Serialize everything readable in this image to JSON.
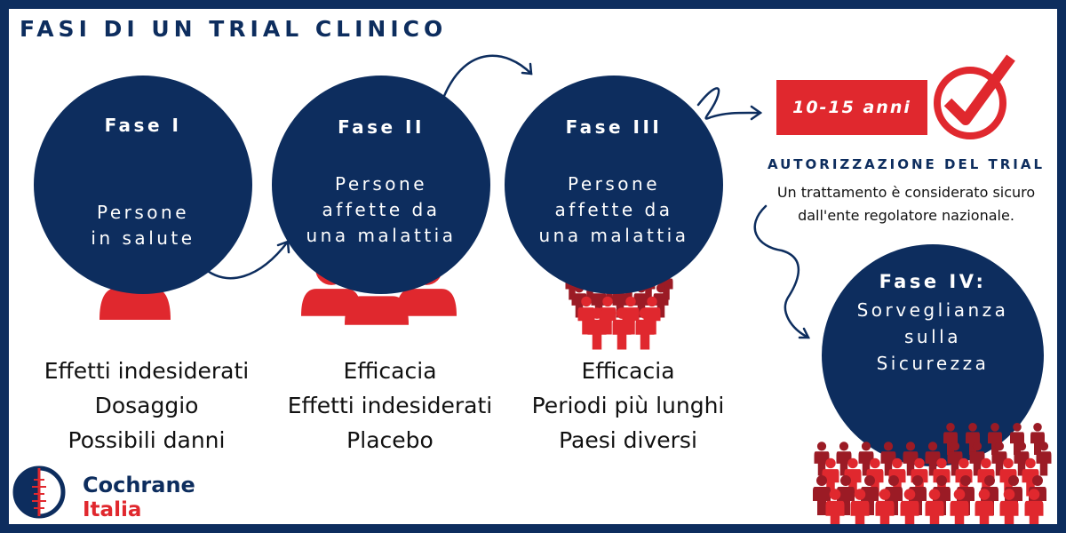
{
  "title": "FASI DI UN TRIAL CLINICO",
  "colors": {
    "navy": "#0d2d5e",
    "red": "#e0282e",
    "dark_red": "#9b1b25"
  },
  "phases": [
    {
      "name": "Fase I",
      "subtitle_lines": [
        "Persone",
        "in salute"
      ],
      "items": [
        "Effetti indesiderati",
        "Dosaggio",
        "Possibili danni"
      ],
      "icon": "single-person-icon"
    },
    {
      "name": "Fase II",
      "subtitle_lines": [
        "Persone",
        "affette da",
        "una malattia"
      ],
      "items": [
        "Efficacia",
        "Effetti indesiderati",
        "Placebo"
      ],
      "icon": "three-people-icon"
    },
    {
      "name": "Fase III",
      "subtitle_lines": [
        "Persone",
        "affette da",
        "una malattia"
      ],
      "items": [
        "Efficacia",
        "Periodi più lunghi",
        "Paesi diversi"
      ],
      "icon": "crowd-icon"
    },
    {
      "name": "Fase IV:",
      "subtitle_lines": [
        "Sorveglianza",
        "sulla",
        "Sicurezza"
      ],
      "icon": "large-crowd-icon"
    }
  ],
  "authorization": {
    "years": "10-15 anni",
    "title": "AUTORIZZAZIONE DEL TRIAL",
    "text_lines": [
      "Un trattamento è considerato sicuro",
      "dall'ente regolatore nazionale."
    ],
    "icon": "checkmark-circle-icon"
  },
  "logo": {
    "line1": "Cochrane",
    "line2": "Italia",
    "icon": "cochrane-logo-icon"
  }
}
